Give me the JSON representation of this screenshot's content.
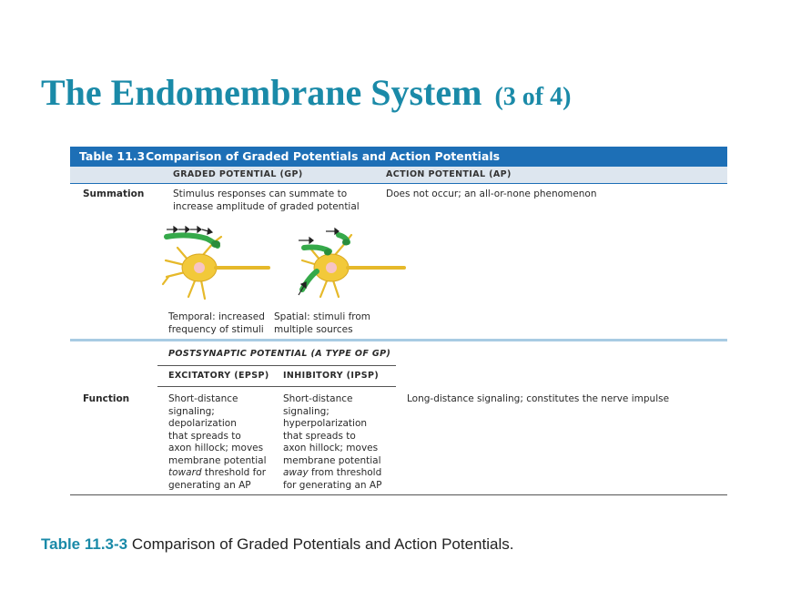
{
  "slide": {
    "title": "The Endomembrane System",
    "title_suffix": "(3 of 4)",
    "accent_color": "#1a8aa8"
  },
  "table": {
    "number": "Table 11.3",
    "title": "Comparison of Graded Potentials and Action Potentials",
    "header_color": "#1d6fb6",
    "col_gp": "GRADED POTENTIAL (GP)",
    "col_ap": "ACTION POTENTIAL (AP)",
    "summation": {
      "label": "Summation",
      "gp_line1": "Stimulus responses can summate to",
      "gp_line2": "increase amplitude of graded potential",
      "ap": "Does not occur; an all-or-none phenomenon",
      "temporal_line1": "Temporal: increased",
      "temporal_line2": "frequency of stimuli",
      "spatial_line1": "Spatial: stimuli from",
      "spatial_line2": "multiple sources"
    },
    "function": {
      "label": "Function",
      "psp_heading": "POSTSYNAPTIC POTENTIAL (A TYPE OF GP)",
      "epsp_heading": "EXCITATORY (EPSP)",
      "ipsp_heading": "INHIBITORY (IPSP)",
      "epsp_lines": [
        "Short-distance",
        "signaling;",
        "depolarization",
        "that spreads to",
        "axon hillock; moves",
        "membrane potential"
      ],
      "epsp_em": "toward",
      "epsp_after_em": " threshold for",
      "epsp_last": "generating an AP",
      "ipsp_lines": [
        "Short-distance",
        "signaling;",
        "hyperpolarization",
        "that spreads to",
        "axon hillock; moves",
        "membrane potential"
      ],
      "ipsp_em": "away",
      "ipsp_after_em": " from threshold",
      "ipsp_last": "for generating an AP",
      "ap": "Long-distance signaling; constitutes the nerve impulse"
    }
  },
  "caption": {
    "label": "Table 11.3-3",
    "text": " Comparison of Graded Potentials and Action Potentials."
  }
}
